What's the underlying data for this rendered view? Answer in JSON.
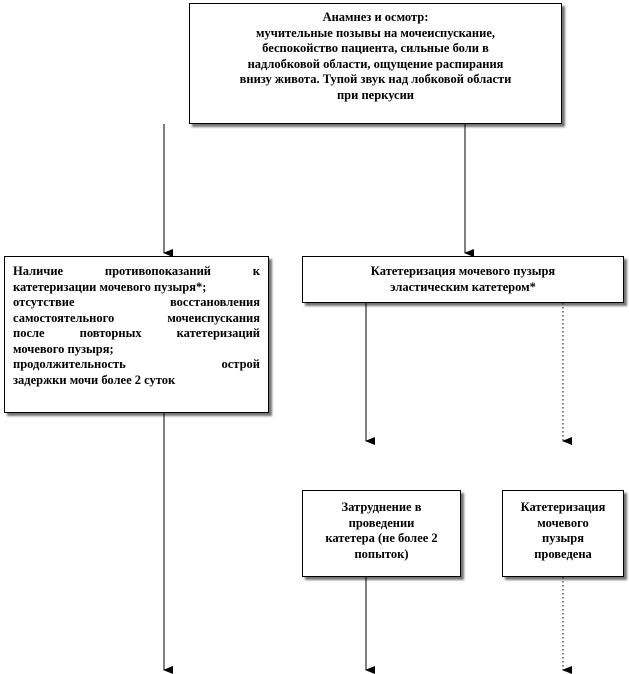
{
  "nodes": {
    "anamnesis": {
      "title": "Анамнез и осмотр:",
      "lines": [
        "мучительные позывы на мочеиспускание,",
        "беспокойство пациента, сильные боли в",
        "надлобковой области, ощущение  распирания",
        "внизу живота. Тупой звук над лобковой области",
        "при перкусии"
      ]
    },
    "contraindications": {
      "lines": [
        "Наличие противопоказаний к",
        "катетеризации мочевого пузыря*;",
        "отсутствие восстановления",
        "самостоятельного мочеиспускания",
        "после повторных катетеризаций",
        "мочевого пузыря;",
        "продолжительность острой",
        "задержки мочи более 2 суток"
      ]
    },
    "catheterization": {
      "lines": [
        "Катетеризация мочевого пузыря",
        "эластическим катетером*"
      ]
    },
    "difficulty": {
      "lines": [
        "Затруднение в",
        "проведении",
        "катетера (не более 2",
        "попыток)"
      ]
    },
    "done": {
      "lines": [
        "Катетеризация",
        "мочевого",
        "пузыря",
        "проведена"
      ]
    }
  }
}
